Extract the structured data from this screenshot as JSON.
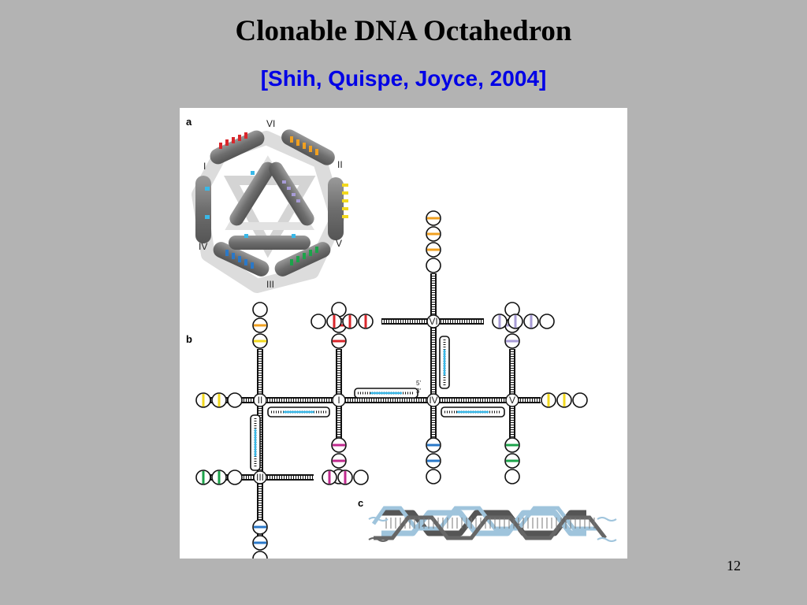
{
  "slide": {
    "title": "Clonable DNA Octahedron",
    "subtitle": "[Shih, Quispe, Joyce, 2004]",
    "page_number": "12"
  },
  "figure": {
    "panel_labels": {
      "a": "a",
      "b": "b",
      "c": "c"
    },
    "vertex_labels": {
      "I": "I",
      "II": "II",
      "III": "III",
      "IV": "IV",
      "V": "V",
      "VI": "VI"
    },
    "strand_end_labels": {
      "five_prime": "5'",
      "three_prime": "3'"
    },
    "colors": {
      "red": "#d9262b",
      "orange": "#f0a020",
      "yellow": "#f2d81e",
      "green": "#1ca34a",
      "blue": "#2a78c8",
      "cyan": "#39b8e8",
      "magenta": "#c02a8e",
      "lavender": "#a79bd6",
      "light_blue": "#9fc4dc",
      "strut_gray": "#777777"
    }
  }
}
